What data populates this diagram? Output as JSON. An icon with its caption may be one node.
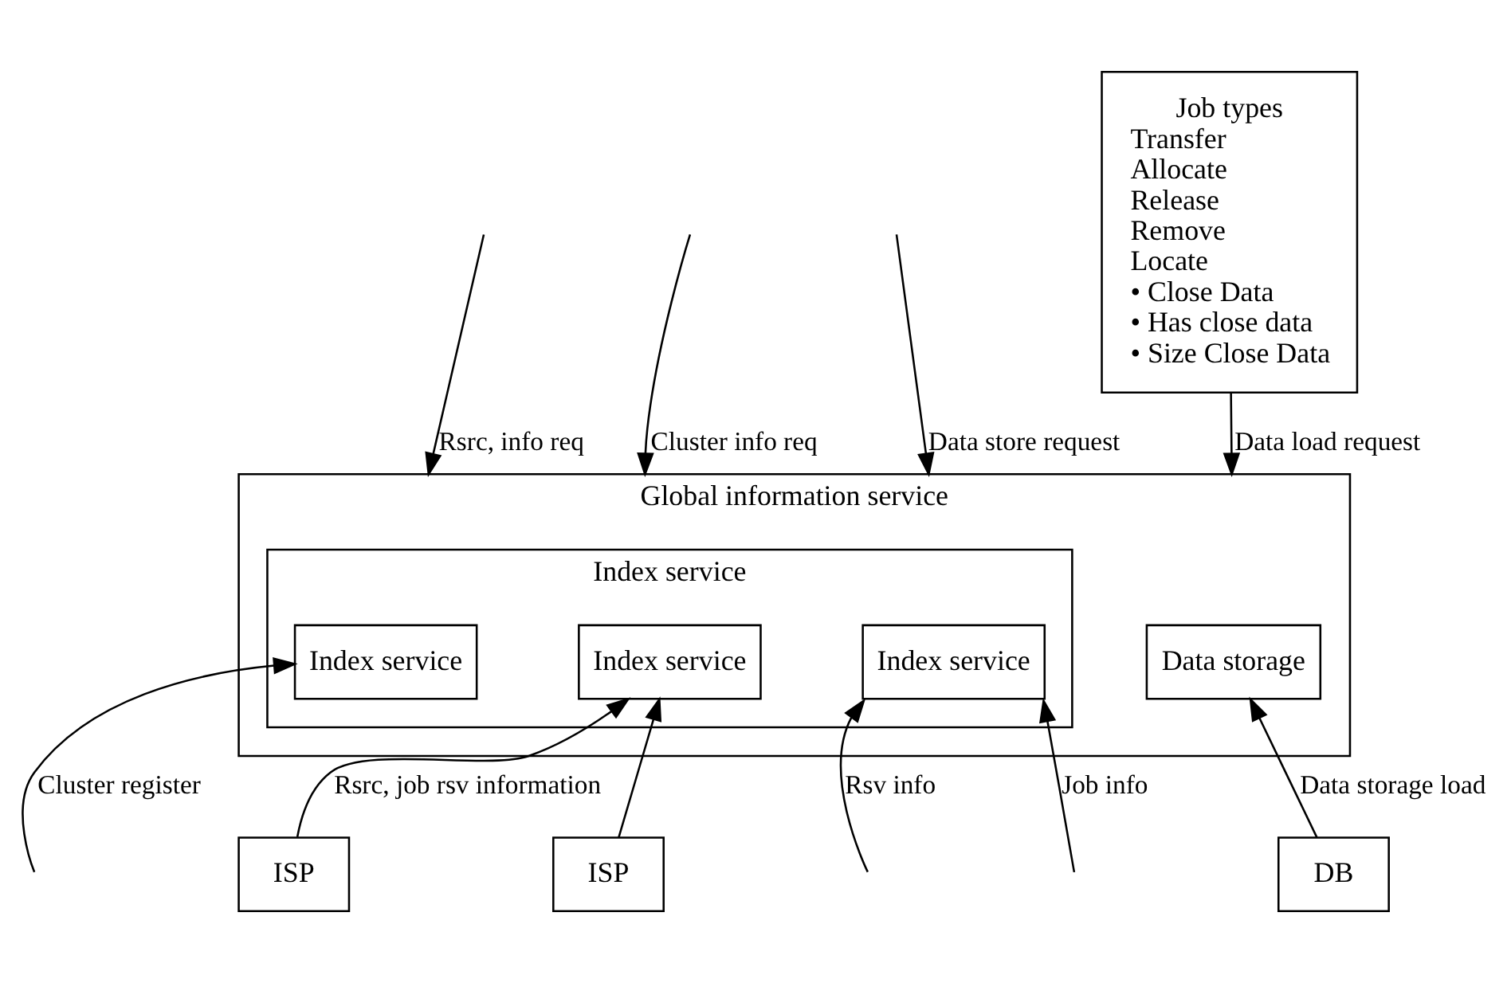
{
  "diagram": {
    "nodes": [
      {
        "text": [
          "Global information service"
        ]
      },
      {
        "text": [
          "Index service"
        ],
        "in": 0
      },
      {
        "text": [
          "Index service"
        ],
        "in": 1
      },
      {
        "text": [
          "Index service"
        ],
        "in": 1
      },
      {
        "text": [
          "Index service"
        ],
        "in": 1
      },
      {
        "text": [
          "Data storage"
        ],
        "in": 0
      },
      {
        "text": [
          "Job types",
          "Transfer",
          "Allocate",
          "Release",
          "Remove",
          "Locate",
          "• Close Data",
          "• Has close data",
          "• Size Close Data"
        ]
      },
      {
        "text": [
          "ISP"
        ]
      },
      {
        "text": [
          "ISP"
        ]
      },
      {
        "text": [
          "DB"
        ]
      }
    ],
    "edges": [
      {
        "from": null,
        "to": 0,
        "arrow": "to",
        "label": "Rsrc, info req"
      },
      {
        "from": null,
        "to": 0,
        "arrow": "to",
        "label": "Cluster info req"
      },
      {
        "from": null,
        "to": 0,
        "arrow": "to",
        "label": "Data store request"
      },
      {
        "from": 6,
        "to": 0,
        "arrow": "to",
        "label": "Data load request"
      },
      {
        "from": null,
        "to": 2,
        "arrow": "to",
        "label": "Cluster register"
      },
      {
        "from": 7,
        "to": 3,
        "arrow": "to",
        "label": "Rsrc, job rsv information"
      },
      {
        "from": 8,
        "to": 3,
        "arrow": "to"
      },
      {
        "from": null,
        "to": 4,
        "arrow": "to",
        "label": "Rsv info"
      },
      {
        "from": null,
        "to": 4,
        "arrow": "to",
        "label": "Job info"
      },
      {
        "from": 9,
        "to": 5,
        "arrow": "to",
        "label": "Data storage load"
      }
    ]
  }
}
